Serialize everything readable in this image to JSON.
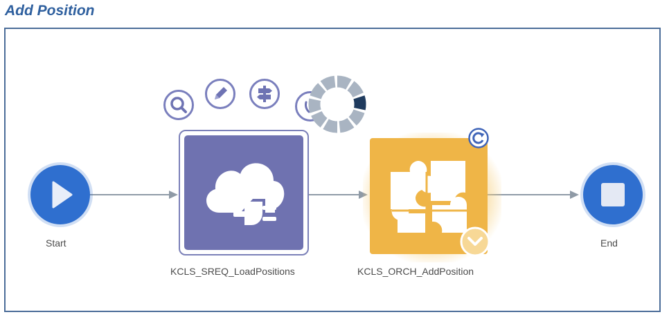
{
  "page": {
    "title": "Add Position"
  },
  "flow": {
    "start": {
      "label": "Start",
      "icon": "play-icon"
    },
    "end": {
      "label": "End",
      "icon": "stop-icon"
    },
    "nodes": [
      {
        "label": "KCLS_SREQ_LoadPositions",
        "icon": "cloud-plug-icon",
        "state": "selected"
      },
      {
        "label": "KCLS_ORCH_AddPosition",
        "icon": "puzzle-icon",
        "badges": [
          "refresh-icon",
          "chevron-down-icon"
        ]
      }
    ],
    "toolbar": [
      "search-icon",
      "pencil-icon",
      "signpost-icon"
    ],
    "loading_indicator": "loading-spinner"
  },
  "colors": {
    "title": "#2e5f9e",
    "frame_border": "#4a6c98",
    "start_end": "#2f6fcf",
    "service_node": "#6f72b0",
    "orchestration_node": "#efb547",
    "connector": "#8f9aa6"
  }
}
